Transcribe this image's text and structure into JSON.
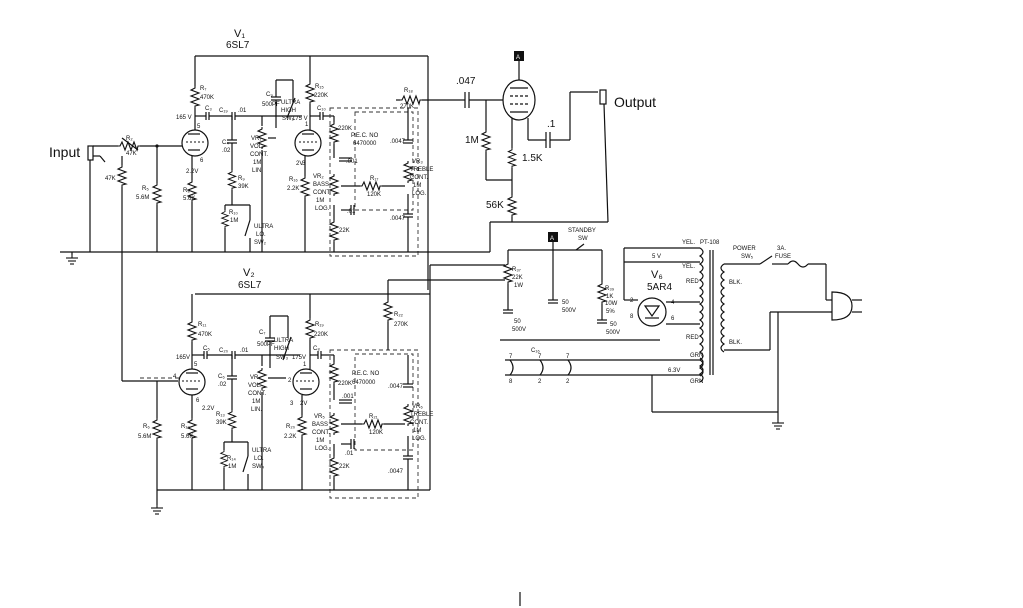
{
  "io": {
    "input": "Input",
    "output": "Output"
  },
  "tubes": {
    "v1": {
      "name": "V₁",
      "type": "6SL7"
    },
    "v2": {
      "name": "V₂",
      "type": "6SL7"
    },
    "v6": {
      "name": "V₆",
      "type": "5AR4"
    }
  },
  "ch1": {
    "r7": "R₇",
    "r7v": "470K",
    "r2": "R₂",
    "r2v": "47K",
    "r47k": "47K",
    "r5": "R₅",
    "r5v": "5.6M",
    "r8": "R₈",
    "r8v": "5.6K",
    "v165": "165 V",
    "c3": "C₃",
    "c19": "C₁₉",
    "c01": ".01",
    "c4": "C₄",
    "c4v": ".02",
    "v22": "2.2V",
    "c9": "C₉",
    "c9v": "500PF",
    "ultra_high": "ULTRA",
    "ultra_high2": "HIGH",
    "sw1": "SW₁",
    "vr1": "VR₁",
    "vr1_l1": "VOL.",
    "vr1_l2": "CONT.",
    "vr1_l3": "1M",
    "vr1_l4": "LIN.",
    "r9": "R₉",
    "r9v": "39K",
    "r10": "R₁₀",
    "r10v": "1M",
    "ultra_lo": "ULTRA",
    "ultra_lo2": "LO.",
    "sw2": "SW₂",
    "r15": "R₁₅",
    "r15v": "220K",
    "v175": "175 V",
    "c10": "C₁₀",
    "v2v": "2V",
    "r16": "R₁₆",
    "r16v": "2.2K",
    "r220k": "220K",
    "pec1": "P.E.C. NO",
    "pec2": "6470000",
    "c001": ".001",
    "c0047a": ".0047",
    "c0047b": ".0047",
    "vr2": "VR₂",
    "vr2_l1": "BASS",
    "vr2_l2": "CONT.",
    "vr2_l3": "1M",
    "vr2_l4": "LOG.",
    "r17": "R₁₇",
    "r17v": "120K",
    "c01b": ".01",
    "r22k": "22K",
    "vr3": "VR₃",
    "vr3_l1": "TREBLE",
    "vr3_l2": "CONT.",
    "vr3_l3": "1M",
    "vr3_l4": "LOG.",
    "r18": "R₁₈",
    "r18v": "270K",
    "pin5": "5",
    "pin6": "6",
    "pin3": "3",
    "pin1": "1",
    "pin2": "2"
  },
  "ch2": {
    "r11": "R₁₁",
    "r11v": "470K",
    "r6": "R₆",
    "r6v": "5.6M",
    "r12": "R₁₂",
    "r12v": "5.6K",
    "v165": "165V",
    "c5": "C₅",
    "c20": "C₂₀",
    "c01": ".01",
    "c6": "C₆",
    "c6v": ".02",
    "v22": "2.2V",
    "c7": "C₇",
    "c7v": "500PF",
    "ultra_high": "ULTRA",
    "ultra_high2": "HIGH",
    "sw3": "SW₃",
    "vr4": "VR₄",
    "vr4_l1": "VOL.",
    "vr4_l2": "CONT.",
    "vr4_l3": "1M",
    "vr4_l4": "LIN.",
    "r13": "R₁₃",
    "r13v": "39K",
    "r14": "R₁₄",
    "r14v": "1M",
    "ultra_lo": "ULTRA",
    "ultra_lo2": "LO.",
    "sw4": "SW₄",
    "r19": "R₁₉",
    "r19v": "220K",
    "v175": "175V",
    "c8": "C₈",
    "v2v": "2V",
    "r20": "R₂₀",
    "r20v": "2.2K",
    "r220k": "220K",
    "pec1": "P.E.C. NO",
    "pec2": "6470000",
    "c001": ".001",
    "c0047a": ".0047",
    "c0047b": ".0047",
    "vr5": "VR₅",
    "vr5_l1": "BASS",
    "vr5_l2": "CONT.",
    "vr5_l3": "1M",
    "vr5_l4": "LOG.",
    "r21": "R₂₁",
    "r21v": "120K",
    "c01b": ".01",
    "r22k": "22K",
    "vr6": "VR₆",
    "vr6_l1": "TREBLE",
    "vr6_l2": "CONT.",
    "vr6_l3": "1M",
    "vr6_l4": "LOG.",
    "r22": "R₂₂",
    "r22v": "270K",
    "pin4": "4",
    "pin5": "5",
    "pin6": "6",
    "pin3": "3",
    "pin1": "1",
    "pin2": "2"
  },
  "out": {
    "a": "A",
    "c047": ".047",
    "r1m": "1M",
    "c1": ".1",
    "r15k": "1.5K",
    "r56k": "56K"
  },
  "ps": {
    "a": "A",
    "standby": "STANDBY",
    "sw": "SW",
    "r37": "R₃₇",
    "r37v": "22K",
    "r37w": "1W",
    "c50a": "50",
    "c500a": "500V",
    "c50b": "50",
    "c500b": "500V",
    "c50c": "50",
    "c500c": "500V",
    "r39": "R₃₉",
    "r39v": "1K",
    "r39w": "10W",
    "r39t": "5%",
    "yel1": "YEL.",
    "pt": "PT-108",
    "v5": "5 V",
    "yel2": "YEL.",
    "red1": "RED",
    "red2": "RED",
    "blk1": "BLK.",
    "blk2": "BLK.",
    "grn1": "GRN",
    "grn2": "GRN",
    "v63": "6.3V",
    "c16": "C₁₆",
    "power": "POWER",
    "sw5": "SW₅",
    "fuse1": "3A.",
    "fuse2": "FUSE",
    "p2": "2",
    "p8": "8",
    "p4": "4",
    "p6": "6",
    "h7a": "7",
    "h7b": "7",
    "h7c": "7",
    "h8": "8",
    "h2a": "2",
    "h2b": "2"
  }
}
